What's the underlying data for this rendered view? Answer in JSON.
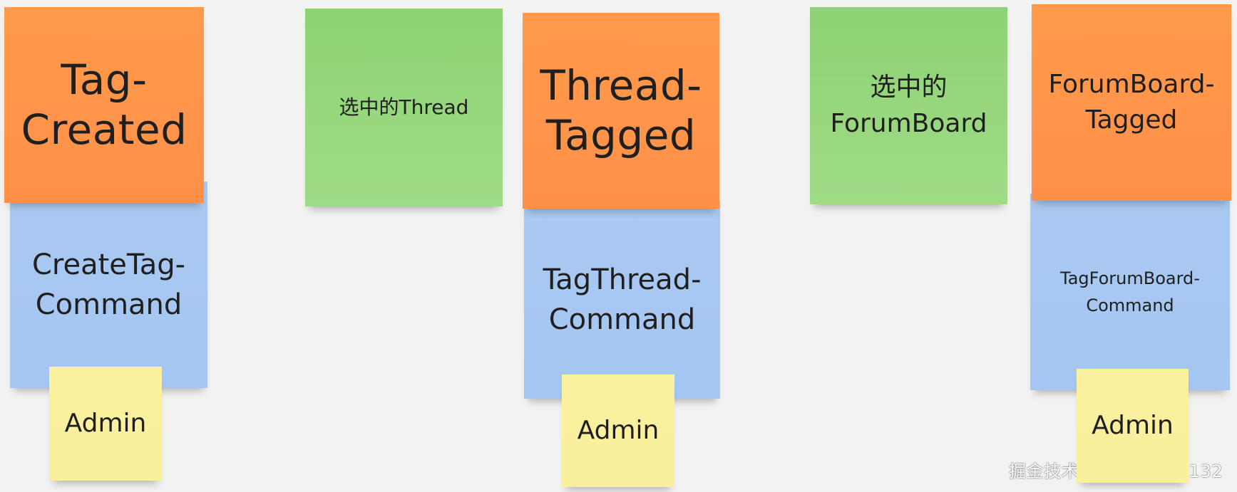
{
  "colors": {
    "event": "#ff9a4c",
    "command": "#a9c9f1",
    "read_model": "#8fd275",
    "actor": "#fbf1a0"
  },
  "group1": {
    "event": "Tag-\nCreated",
    "command": "CreateTag-\nCommand",
    "actor": "Admin"
  },
  "group2": {
    "read_model": "选中的Thread",
    "event": "Thread-\nTagged",
    "command": "TagThread-\nCommand",
    "actor": "Admin"
  },
  "group3": {
    "read_model": "选中的\nForumBoard",
    "event": "ForumBoard-\nTagged",
    "command": "TagForumBoard-\nCommand",
    "actor": "Admin"
  },
  "watermark": "掘金技术社区 @ 季风1132"
}
